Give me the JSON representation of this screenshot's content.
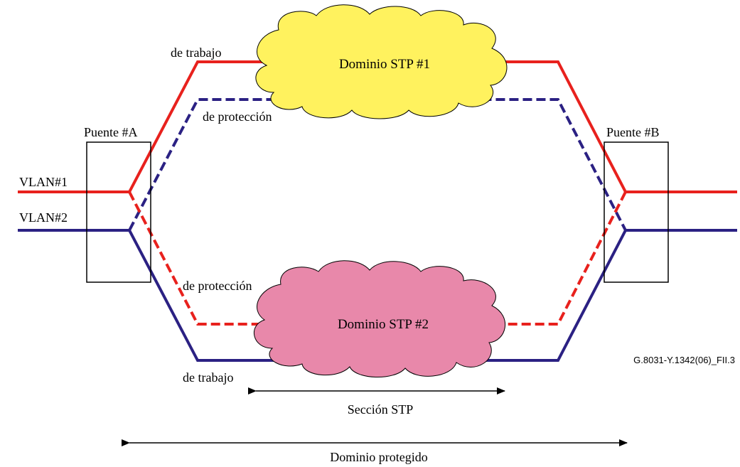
{
  "labels": {
    "working_top": "de trabajo",
    "protection_top": "de protección",
    "protection_bottom": "de protección",
    "working_bottom": "de trabajo",
    "bridge_a": "Puente #A",
    "bridge_b": "Puente #B",
    "vlan1": "VLAN#1",
    "vlan2": "VLAN#2",
    "stp_domain_1": "Dominio STP #1",
    "stp_domain_2": "Dominio STP #2",
    "stp_section": "Sección STP",
    "protected_domain": "Dominio protegido",
    "figure_id": "G.8031-Y.1342(06)_FII.3"
  },
  "colors": {
    "vlan1": "#e8211d",
    "vlan2": "#2b2183",
    "cloud_1": "#fff25e",
    "cloud_2": "#e888aa",
    "outline": "#000000"
  }
}
